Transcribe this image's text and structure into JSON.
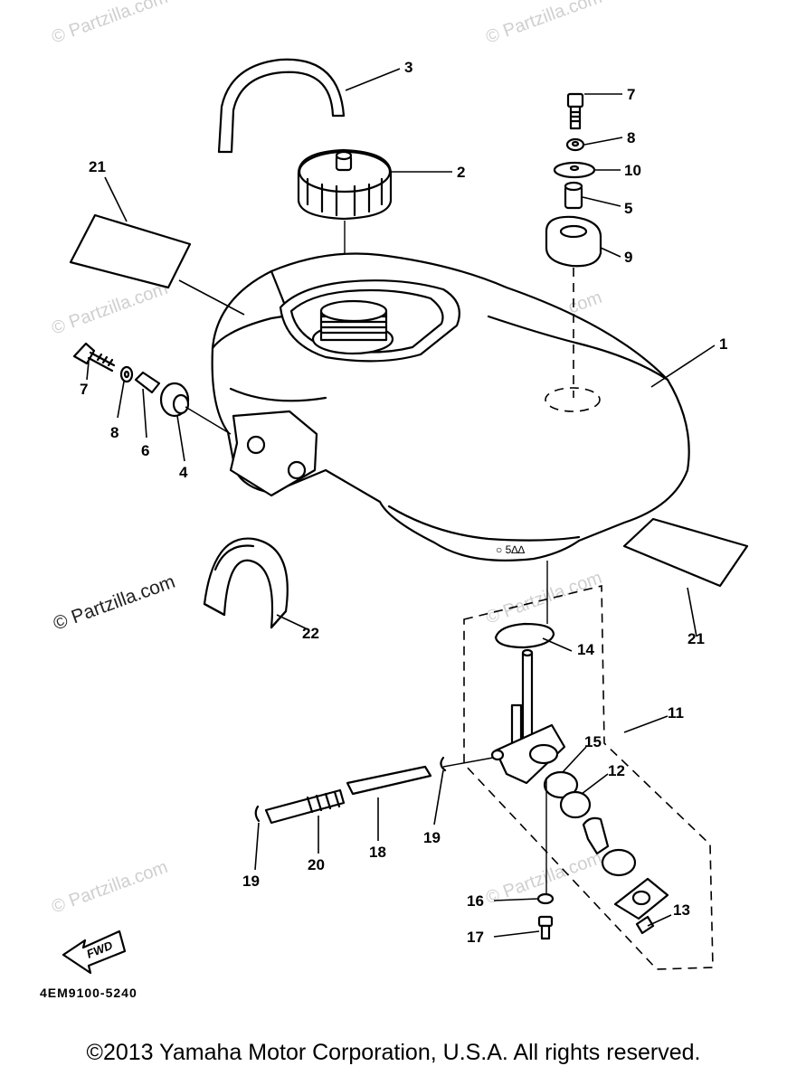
{
  "watermark": "© Partzilla.com",
  "fwd_label": "FWD",
  "diagram_code": "4EM9100-5240",
  "copyright": "©2013 Yamaha Motor Corporation, U.S.A. All rights reserved.",
  "callouts": {
    "n1": "1",
    "n2": "2",
    "n3": "3",
    "n4": "4",
    "n5": "5",
    "n6": "6",
    "n7a": "7",
    "n7b": "7",
    "n8a": "8",
    "n8b": "8",
    "n9": "9",
    "n10": "10",
    "n11": "11",
    "n12": "12",
    "n13": "13",
    "n14": "14",
    "n15": "15",
    "n16": "16",
    "n17": "17",
    "n18": "18",
    "n19a": "19",
    "n19b": "19",
    "n20": "20",
    "n21a": "21",
    "n21b": "21",
    "n22": "22"
  }
}
